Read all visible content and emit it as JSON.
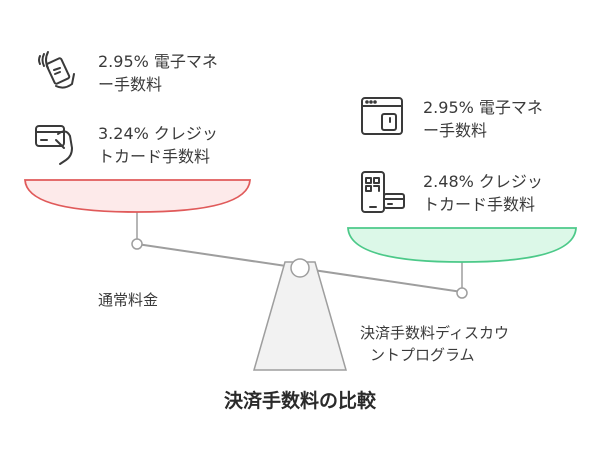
{
  "colors": {
    "left_pan_fill": "#fdeaea",
    "left_pan_stroke": "#e05a5a",
    "right_pan_fill": "#dcf8e8",
    "right_pan_stroke": "#4cc989",
    "beam": "#9e9e9e",
    "fulcrum_fill": "#f2f2f2",
    "text": "#3a3a3a"
  },
  "left": {
    "caption": "通常料金",
    "items": [
      {
        "icon": "contactless-card-hand-icon",
        "line1": "2.95% 電子マネ",
        "line2": "ー手数料"
      },
      {
        "icon": "credit-card-hand-icon",
        "line1": "3.24% クレジッ",
        "line2": "トカード手数料"
      }
    ]
  },
  "right": {
    "caption_line1": "決済手数料ディスカウ",
    "caption_line2": "ントプログラム",
    "items": [
      {
        "icon": "browser-wallet-icon",
        "line1": "2.95% 電子マネ",
        "line2": "ー手数料"
      },
      {
        "icon": "qr-phone-card-icon",
        "line1": "2.48% クレジッ",
        "line2": "トカード手数料"
      }
    ]
  },
  "title": "決済手数料の比較"
}
